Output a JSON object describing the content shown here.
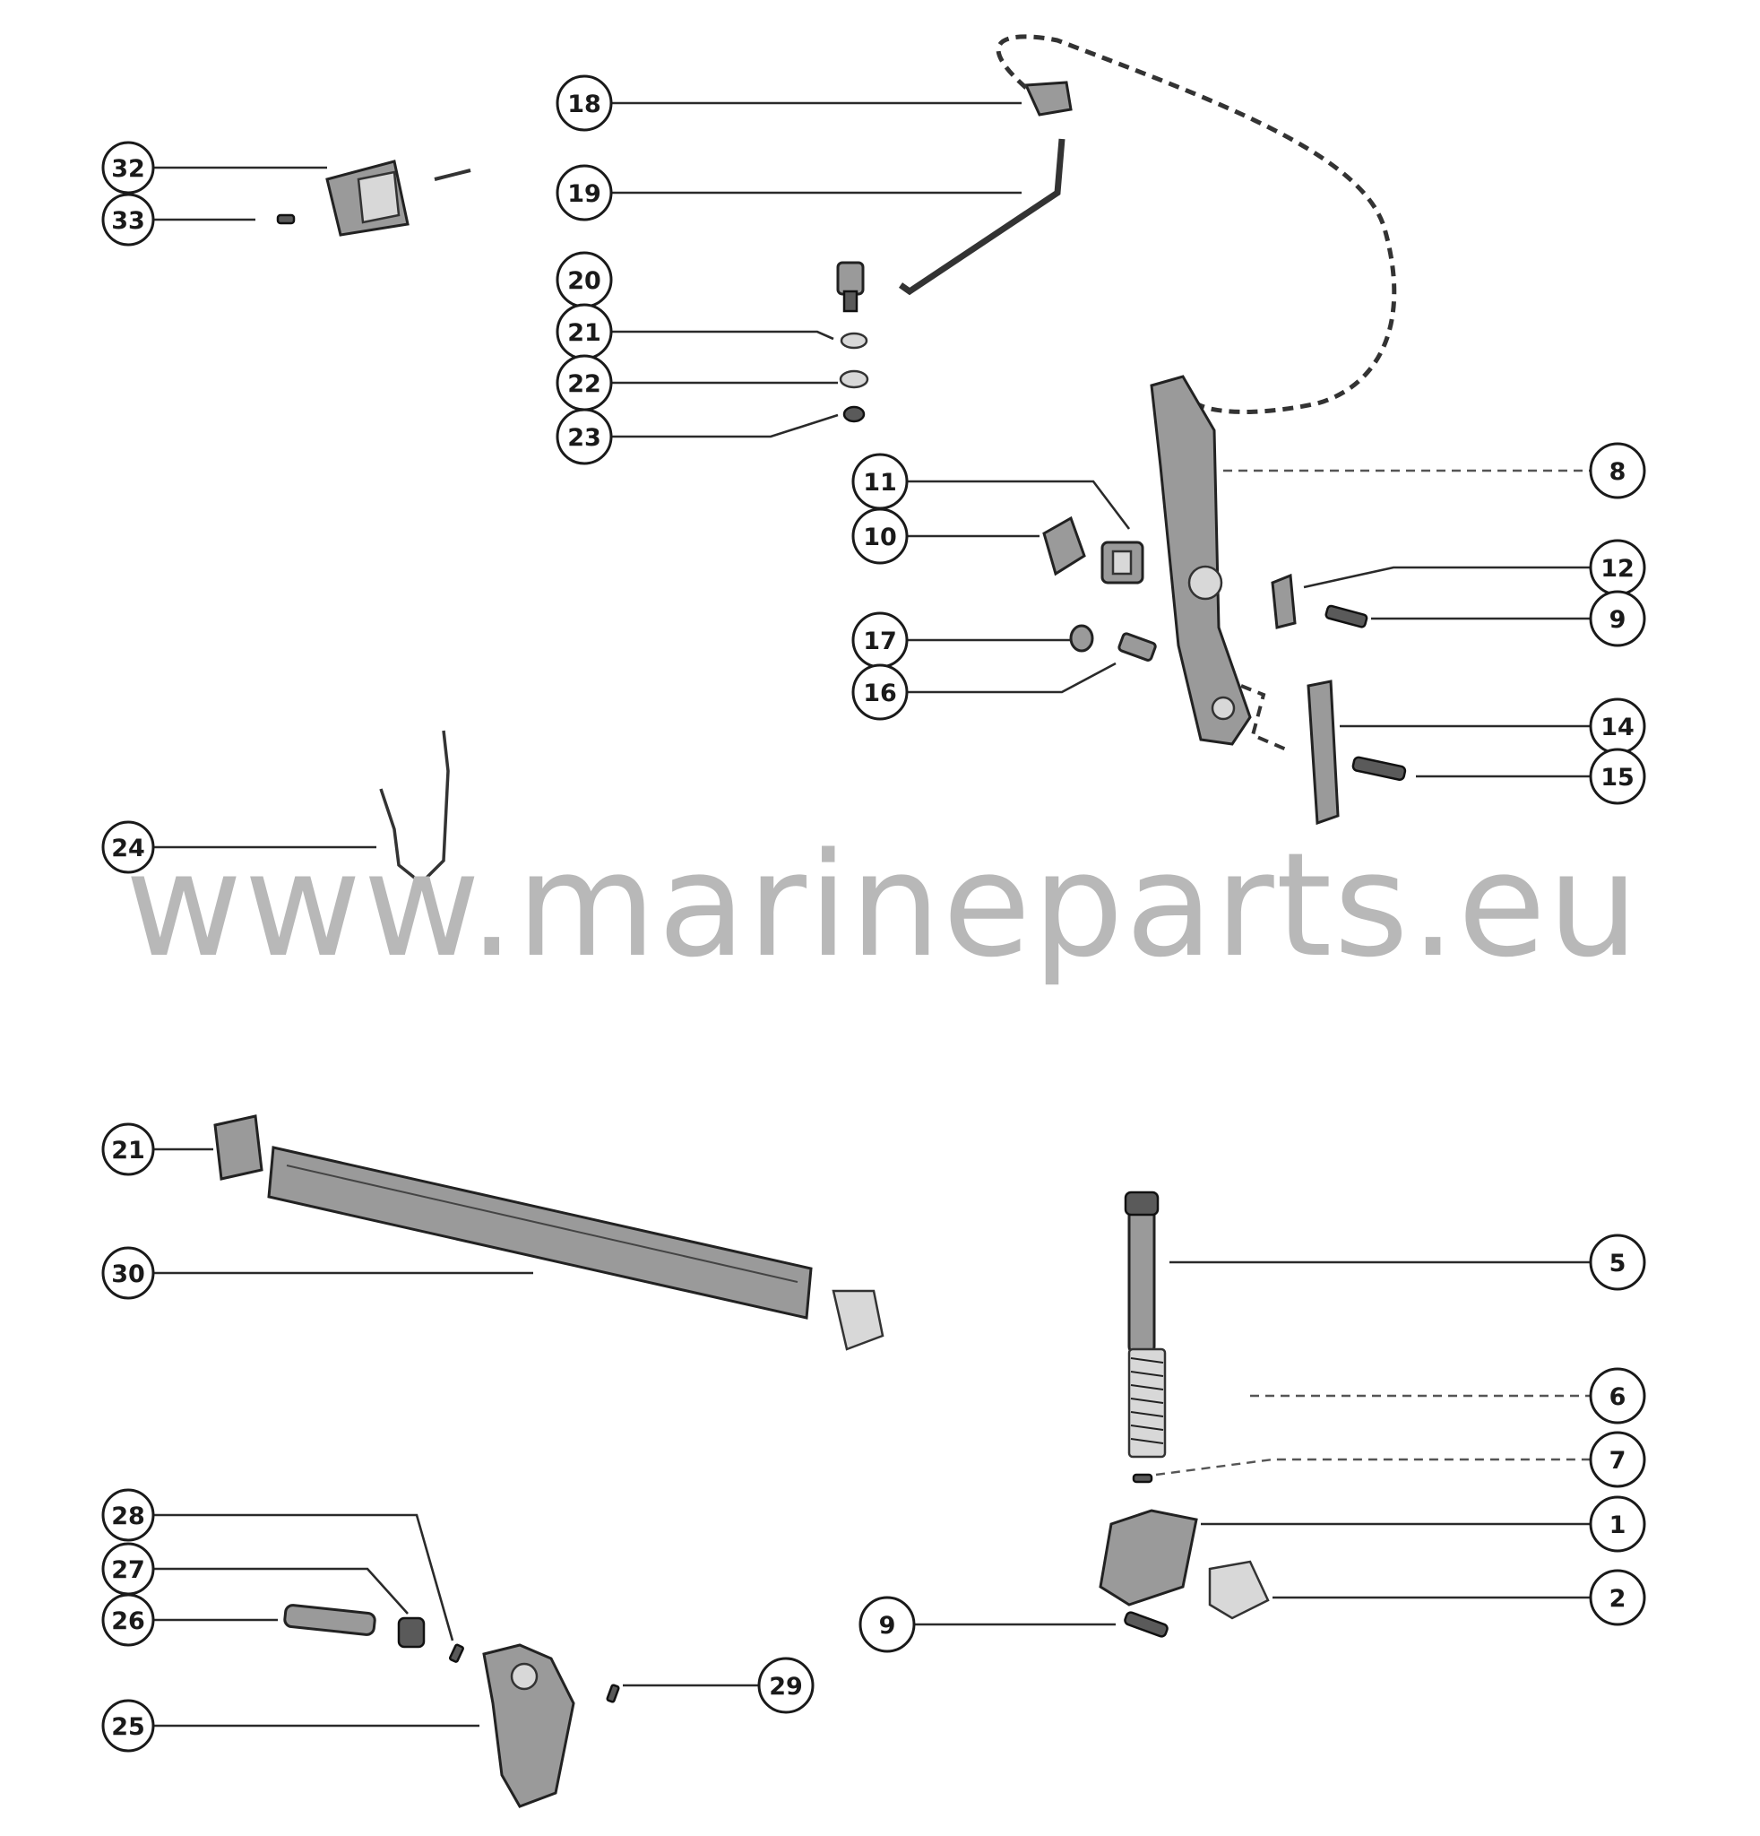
{
  "watermark": "www.marineparts.eu",
  "callouts": {
    "c32": "32",
    "c33": "33",
    "c18": "18",
    "c19": "19",
    "c20": "20",
    "c21a": "21",
    "c22": "22",
    "c23": "23",
    "c8": "8",
    "c11": "11",
    "c10": "10",
    "c12": "12",
    "c9a": "9",
    "c17": "17",
    "c16": "16",
    "c14": "14",
    "c15": "15",
    "c24": "24",
    "c21b": "21",
    "c30": "30",
    "c5": "5",
    "c6": "6",
    "c7": "7",
    "c1": "1",
    "c2": "2",
    "c9b": "9",
    "c28": "28",
    "c27": "27",
    "c26": "26",
    "c25": "25",
    "c29": "29"
  }
}
